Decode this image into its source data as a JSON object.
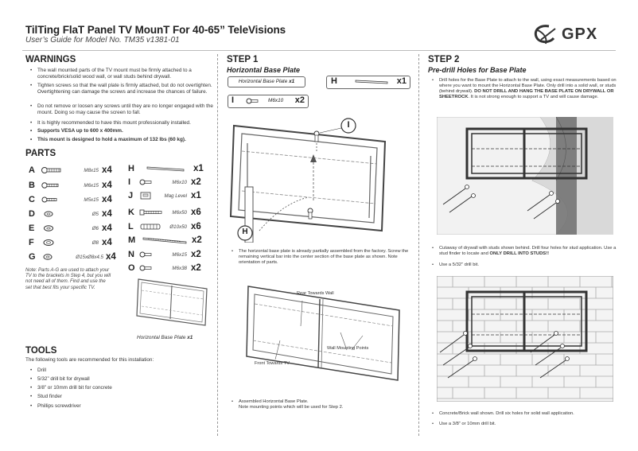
{
  "header": {
    "title": "TilTing FlaT Panel TV MounT For 40-65” TeleVisions",
    "subtitle": "User’s Guide for  Model No. TM35 v1381-01",
    "logo_text": "GPX"
  },
  "warnings": {
    "heading": "WARNINGS",
    "items": [
      "The wall mounted parts of the TV mount must be firmly attached to a concrete/brick/solid wood wall, or wall studs behind drywall.",
      "Tighten screws so that the wall plate is firmly attached, but do not overtighten. Overtightening can damage the screws and increase the chances of failure.",
      "Do not remove or loosen any screws until they are no longer engaged with the mount. Doing so may cause the screen to fall.",
      "It is highly recommended to have this mount professionally installed.",
      "Supports VESA up to 600 x 400mm.",
      "This mount is designed to hold a maximum of 132 lbs (60 kg)."
    ]
  },
  "parts": {
    "heading": "PARTS",
    "left": [
      {
        "letter": "A",
        "spec": "M8x15",
        "qty": "x4"
      },
      {
        "letter": "B",
        "spec": "M6x15",
        "qty": "x4"
      },
      {
        "letter": "C",
        "spec": "M5x15",
        "qty": "x4"
      },
      {
        "letter": "D",
        "spec": "Ø5",
        "qty": "x4"
      },
      {
        "letter": "E",
        "spec": "Ø6",
        "qty": "x4"
      },
      {
        "letter": "F",
        "spec": "Ø8",
        "qty": "x4"
      },
      {
        "letter": "G",
        "spec": "Ø15xØ8x4.5",
        "qty": "x4"
      }
    ],
    "right": [
      {
        "letter": "H",
        "spec": "",
        "qty": "x1"
      },
      {
        "letter": "I",
        "spec": "M6x10",
        "qty": "x2"
      },
      {
        "letter": "J",
        "spec": "Mag Level",
        "qty": "x1"
      },
      {
        "letter": "K",
        "spec": "M6x50",
        "qty": "x6"
      },
      {
        "letter": "L",
        "spec": "Ø10x50",
        "qty": "x6"
      },
      {
        "letter": "M",
        "spec": "",
        "qty": "x2"
      },
      {
        "letter": "N",
        "spec": "M6x15",
        "qty": "x2"
      },
      {
        "letter": "O",
        "spec": "M6x38",
        "qty": "x2"
      }
    ],
    "note": "Note:  Parts A-G are used to attach your TV to the brackets in Step 4, but you will not need all of them. Find and use the set that best fits your specific TV.",
    "plate_label": "Horizontal Base Plate",
    "plate_qty": "x1"
  },
  "tools": {
    "heading": "TOOLS",
    "intro": "The following tools are recommended for this installation:",
    "items": [
      "Drill",
      "5/32” drill bit for drywall",
      "3/8” or 10mm drill bit for concrete",
      "Stud finder",
      "Phillips screwdriver"
    ]
  },
  "step1": {
    "heading": "STEP 1",
    "subheading": "Horizontal Base Plate",
    "box1_label": "Horizontal Base Plate",
    "box1_qty": "x1",
    "boxH_letter": "H",
    "boxH_qty": "x1",
    "boxI_letter": "I",
    "boxI_spec": "M6x10",
    "boxI_qty": "x2",
    "callout_I": "I",
    "callout_H": "H",
    "text1": "The horizontal base plate is already partially assembled from the factory. Screw the remaining vertical bar into the center section of the base plate as shown. Note orientation of parts.",
    "label_rear": "Rear Towards Wall",
    "label_mounting": "Wall Mounting Points",
    "label_front": "Front Towards TV",
    "text2": "Assembled Horizontal Base Plate.",
    "text2b": "Note mounting points which will be used for Step 2."
  },
  "step2": {
    "heading": "STEP 2",
    "subheading": "Pre-drill Holes for Base Plate",
    "text1a": "Drill holes for the Base Plate to attach to the wall, using exact measurements based on where you want to mount the Horizontal Base Plate. Only drill into a solid wall, or studs (behind drywall). ",
    "text1b": "DO NOT DRILL AND HANG THE BASE PLATE ON DRYWALL OR SHEETROCK",
    "text1c": ". It is not strong enough to support a TV and will cause damage.",
    "text2a": "Cutaway of drywall with studs shown behind. Drill four holes for stud application. Use a stud finder to locate and ",
    "text2b": "ONLY DRILL INTO STUDS!!",
    "text3": "Use a 5/32” drill bit.",
    "text4": "Concrete/Brick wall shown. Drill six holes for solid wall application.",
    "text5": "Use a 3/8” or 10mm drill bit."
  }
}
